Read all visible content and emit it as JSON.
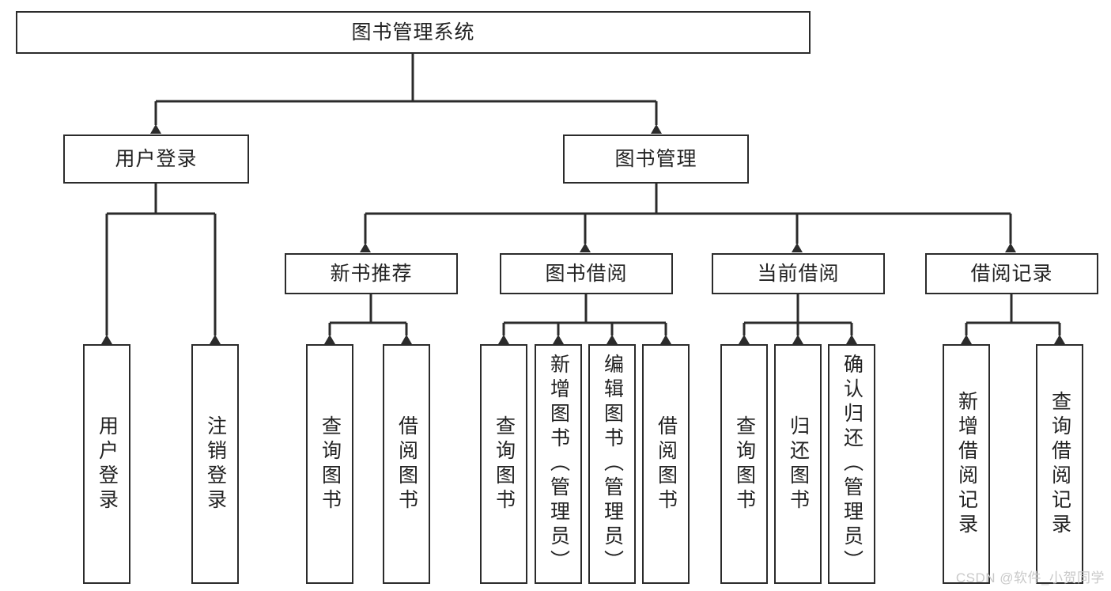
{
  "diagram": {
    "title": "图书管理系统",
    "type": "tree-hierarchy",
    "root": {
      "id": "root",
      "label": "图书管理系统"
    },
    "level2": [
      {
        "id": "user-login",
        "label": "用户登录"
      },
      {
        "id": "book-management",
        "label": "图书管理"
      }
    ],
    "level3": [
      {
        "id": "new-book-recommend",
        "label": "新书推荐"
      },
      {
        "id": "book-borrow",
        "label": "图书借阅"
      },
      {
        "id": "current-borrow",
        "label": "当前借阅"
      },
      {
        "id": "borrow-record",
        "label": "借阅记录"
      }
    ],
    "leaves": {
      "user_login": [
        {
          "id": "leaf-user-login",
          "label": "用户登录"
        },
        {
          "id": "leaf-logout-login",
          "label": "注销登录"
        }
      ],
      "new_book_recommend": [
        {
          "id": "leaf-query-book-1",
          "label": "查询图书"
        },
        {
          "id": "leaf-borrow-book-1",
          "label": "借阅图书"
        }
      ],
      "book_borrow": [
        {
          "id": "leaf-query-book-2",
          "label": "查询图书"
        },
        {
          "id": "leaf-add-book",
          "label": "新增图书（管理员）"
        },
        {
          "id": "leaf-edit-book",
          "label": "编辑图书（管理员）"
        },
        {
          "id": "leaf-borrow-book-2",
          "label": "借阅图书"
        }
      ],
      "current_borrow": [
        {
          "id": "leaf-query-book-3",
          "label": "查询图书"
        },
        {
          "id": "leaf-return-book",
          "label": "归还图书"
        },
        {
          "id": "leaf-confirm-return",
          "label": "确认归还（管理员）"
        }
      ],
      "borrow_record": [
        {
          "id": "leaf-add-record",
          "label": "新增借阅记录"
        },
        {
          "id": "leaf-query-record",
          "label": "查询借阅记录"
        }
      ]
    }
  },
  "watermark": {
    "text": "CSDN @软件_小贺同学"
  },
  "colors": {
    "border": "#2b2b2b",
    "text": "#222222",
    "background": "#ffffff",
    "watermark": "#c9c9c9",
    "connector": "#2b2b2b"
  }
}
